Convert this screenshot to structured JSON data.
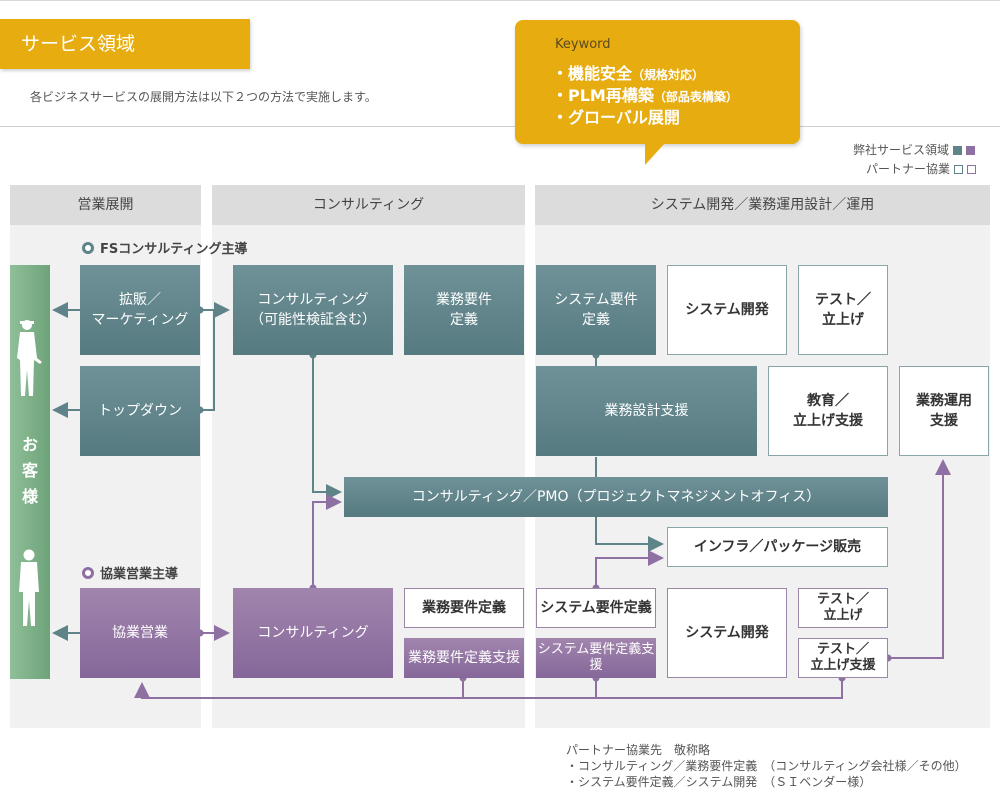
{
  "header": {
    "title": "サービス領域",
    "subtitle": "各ビジネスサービスの展開方法は以下２つの方法で実施します。"
  },
  "keyword": {
    "heading": "Keyword",
    "items": [
      {
        "main": "・機能安全",
        "sub": "（規格対応）"
      },
      {
        "main": "・PLM再構築",
        "sub": "（部品表構築）"
      },
      {
        "main": "・グローバル展開",
        "sub": ""
      }
    ]
  },
  "legend": {
    "ours": "弊社サービス領域",
    "partner": "パートナー協業"
  },
  "colors": {
    "accent": "#e7ac10",
    "teal": "#5e8389",
    "purple": "#8e70a2",
    "customer": "#7bae86"
  },
  "columns": [
    "営業展開",
    "コンサルティング",
    "システム開発／業務運用設計／運用"
  ],
  "sections": {
    "fs": "FSコンサルティング主導",
    "partner": "協業営業主導"
  },
  "customer": "お\n客\n様",
  "boxes": {
    "kakuhan": "拡販／\nマーケティング",
    "topdown": "トップダウン",
    "consult_fs": "コンサルティング\n（可能性検証含む）",
    "gyomu_fs": "業務要件\n定義",
    "sys_fs": "システム要件\n定義",
    "sysdev_fs": "システム開発",
    "test_fs": "テスト／\n立上げ",
    "design_support": "業務設計支援",
    "edu": "教育／\n立上げ支援",
    "ops_support": "業務運用\n支援",
    "pmo": "コンサルティング／PMO（プロジェクトマネジメントオフィス）",
    "infra": "インフラ／パッケージ販売",
    "kyogyo": "協業営業",
    "consult_p": "コンサルティング",
    "gyomu_p": "業務要件定義",
    "gyomu_support_p": "業務要件定義支援",
    "sys_p": "システム要件定義",
    "sys_support_p": "システム要件定義支援",
    "sysdev_p": "システム開発",
    "test_p": "テスト／\n立上げ",
    "test_support_p": "テスト／\n立上げ支援"
  },
  "notes": "パートナー協業先　敬称略\n・コンサルティング／業務要件定義　（コンサルティング会社様／その他）\n・システム要件定義／システム開発　（ＳＩベンダー様）"
}
